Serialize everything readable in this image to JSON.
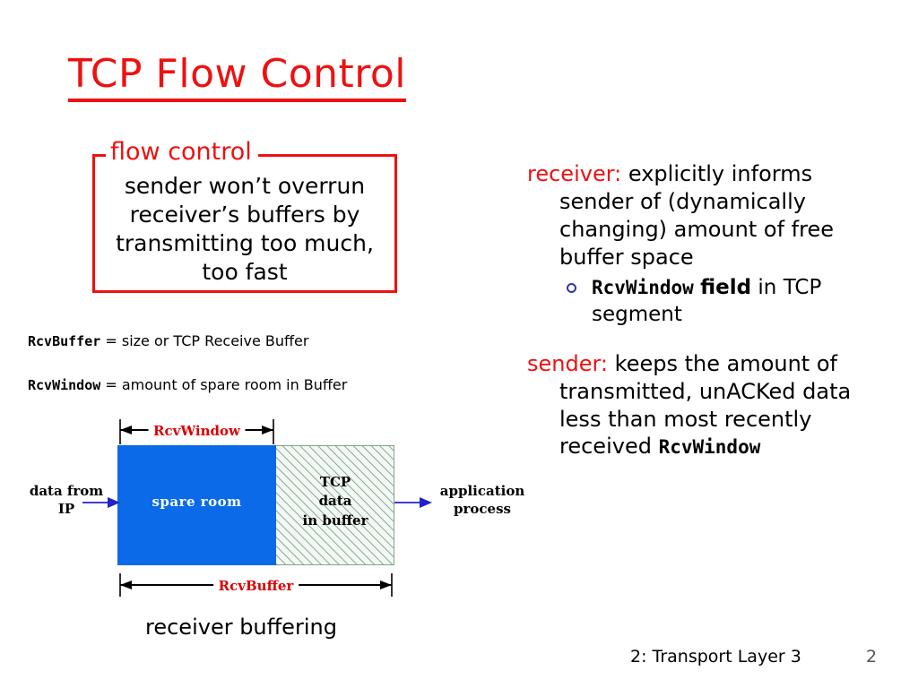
{
  "slide": {
    "title": "TCP Flow Control",
    "title_color": "#ee1111",
    "background": "#ffffff"
  },
  "flow_control_box": {
    "legend": "flow control",
    "body_line1": "sender won’t overrun",
    "body_line2": "receiver’s buffers by",
    "body_line3": "transmitting too much,",
    "body_line4": "too fast",
    "border_color": "#ee1111"
  },
  "definitions": [
    {
      "term": "RcvBuffer",
      "rest": " = size or TCP Receive Buffer"
    },
    {
      "term": "RcvWindow",
      "rest": " = amount of spare room in Buffer"
    }
  ],
  "diagram": {
    "caption": "receiver buffering",
    "top_dimension_label": "RcvWindow",
    "bottom_dimension_label": "RcvBuffer",
    "dimension_label_color": "#dd0000",
    "spare_room_label": "spare room",
    "spare_room_color": "#0a6ae8",
    "tcp_data_line1": "TCP",
    "tcp_data_line2": "data",
    "tcp_data_line3": "in buffer",
    "tcp_data_hatch_color": "#8fae9a",
    "tcp_data_fill_color": "#f2f8f3",
    "left_label_line1": "data from",
    "left_label_line2": "IP",
    "right_label_line1": "application",
    "right_label_line2": "process",
    "arrow_color": "#2222cc"
  },
  "right_column": {
    "receiver_keyword": "receiver:",
    "receiver_text": " explicitly informs sender of (dynamically changing) amount of free buffer space",
    "sub_bullet_code": "RcvWindow",
    "sub_bullet_bold": "field",
    "sub_bullet_tail": " in TCP segment",
    "sender_keyword": "sender:",
    "sender_text": " keeps the amount of transmitted, unACKed data less than most recently received ",
    "sender_code": "RcvWindow",
    "keyword_color": "#ee1111",
    "bullet_color": "#3333aa"
  },
  "footer": {
    "title": "2: Transport Layer 3",
    "page_number": "2"
  }
}
